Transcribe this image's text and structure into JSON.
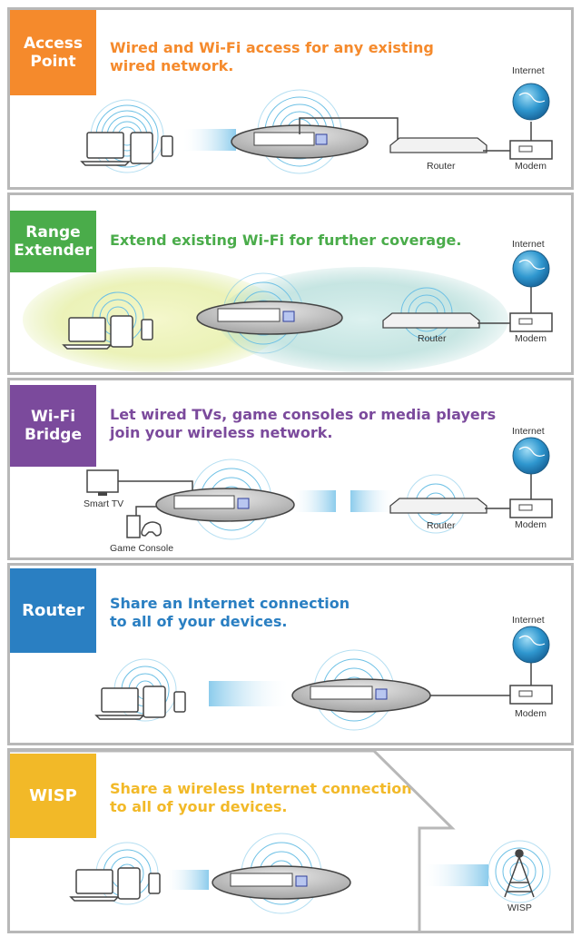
{
  "colors": {
    "access_point": "#f58a2c",
    "range_extender": "#4aac4a",
    "wifi_bridge": "#7b4a9c",
    "router": "#2a7fc2",
    "wisp": "#f2b928",
    "signal": "#3aa6d9",
    "device": "#555555"
  },
  "panels": [
    {
      "mode": "Access Point",
      "description_line1": "Wired and Wi-Fi access for any existing",
      "description_line2": "wired network.",
      "labels": {
        "internet": "Internet",
        "router": "Router",
        "modem": "Modem"
      }
    },
    {
      "mode_line1": "Range",
      "mode_line2": "Extender",
      "description_line1": "Extend existing Wi-Fi for further coverage.",
      "labels": {
        "internet": "Internet",
        "router": "Router",
        "modem": "Modem"
      }
    },
    {
      "mode_line1": "Wi-Fi",
      "mode_line2": "Bridge",
      "description_line1": "Let wired TVs, game consoles or media players",
      "description_line2": "join your wireless network.",
      "labels": {
        "internet": "Internet",
        "router": "Router",
        "modem": "Modem",
        "smart_tv": "Smart TV",
        "game_console": "Game Console"
      }
    },
    {
      "mode": "Router",
      "description_line1": "Share an Internet connection",
      "description_line2": "to all of your devices.",
      "labels": {
        "internet": "Internet",
        "modem": "Modem"
      }
    },
    {
      "mode": "WISP",
      "description_line1": "Share a wireless Internet connection",
      "description_line2": "to all of your devices.",
      "labels": {
        "wisp": "WISP"
      }
    }
  ]
}
